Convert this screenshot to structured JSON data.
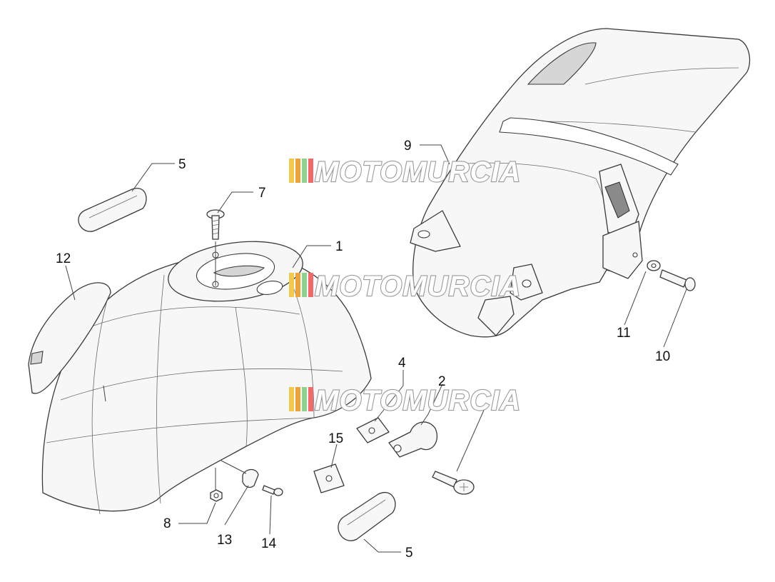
{
  "callouts": [
    "5",
    "7",
    "12",
    "1",
    "9",
    "11",
    "10",
    "4",
    "2",
    "15",
    "8",
    "13",
    "14",
    "5"
  ],
  "watermark": {
    "text": "MOTOMURCIA",
    "stripe_colors": [
      "#f2c94c",
      "#e9a33a",
      "#8fd18f",
      "#ef6b6b"
    ]
  }
}
